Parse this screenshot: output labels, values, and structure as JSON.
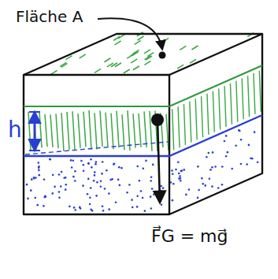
{
  "diagram": {
    "labels": [
      "Fläche A",
      "h",
      "F⃗G = mg⃗"
    ]
  }
}
